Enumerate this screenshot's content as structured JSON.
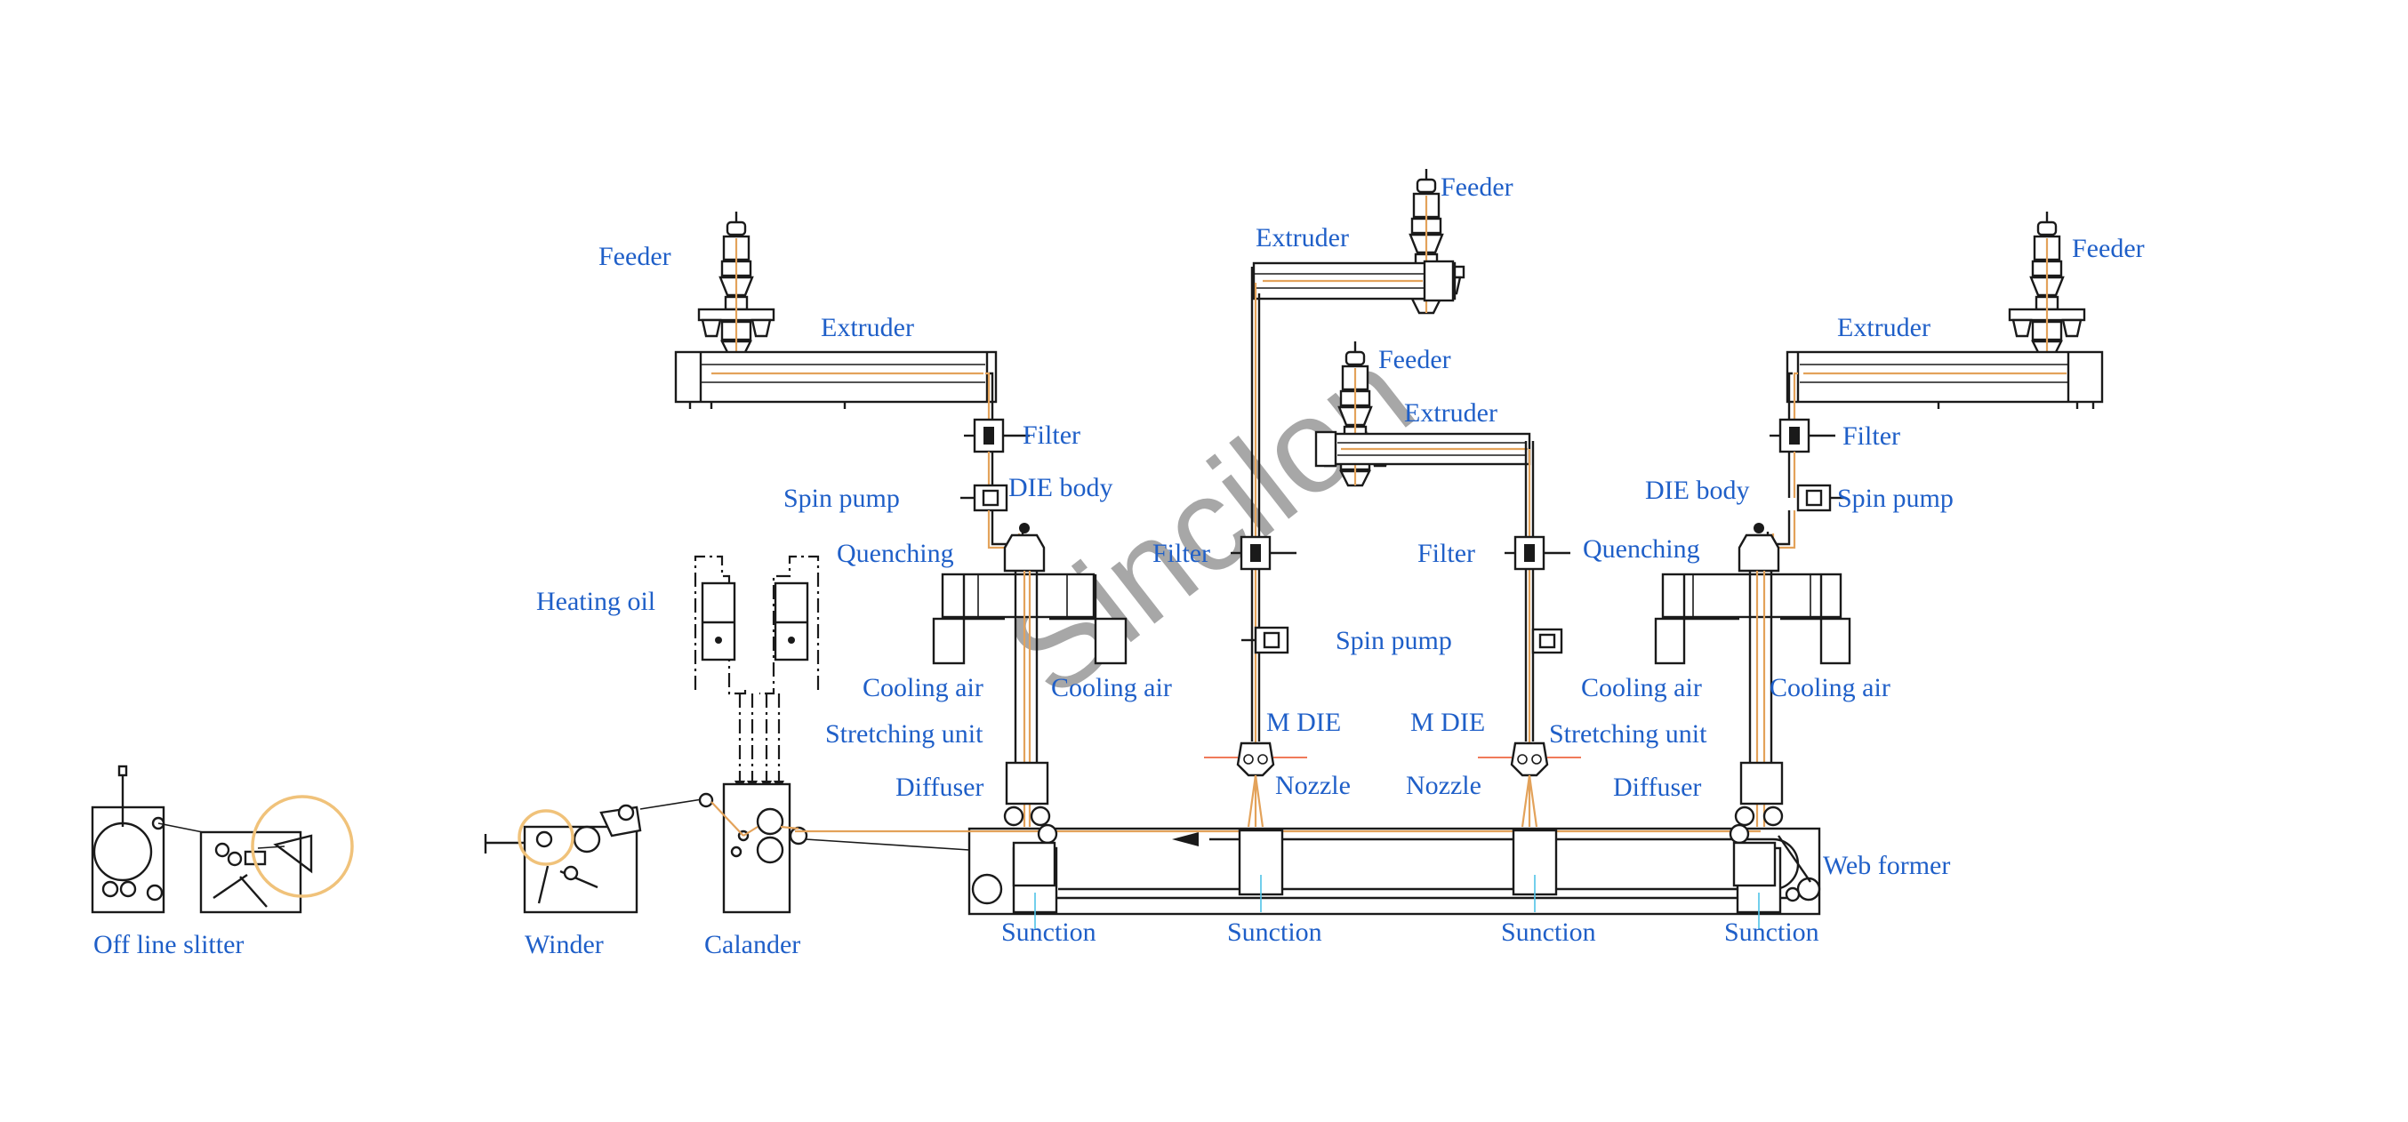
{
  "watermark": "Sincilon",
  "labels": {
    "feeder_left": "Feeder",
    "extruder_left": "Extruder",
    "filter_left": "Filter",
    "spin_pump_left": "Spin pump",
    "die_body_left": "DIE body",
    "quenching_left": "Quenching",
    "heating_oil": "Heating oil",
    "cooling_air_left_a": "Cooling air",
    "cooling_air_left_b": "Cooling air",
    "stretching_unit_left": "Stretching unit",
    "diffuser_left": "Diffuser",
    "feeder_mid_top": "Feeder",
    "extruder_mid_top": "Extruder",
    "feeder_mid": "Feeder",
    "extruder_mid": "Extruder",
    "filter_mid_left": "Filter",
    "filter_mid_right": "Filter",
    "spin_pump_mid": "Spin pump",
    "mdie_left": "M DIE",
    "mdie_right": "M DIE",
    "nozzle_left": "Nozzle",
    "nozzle_right": "Nozzle",
    "stretching_unit_right": "Stretching unit",
    "feeder_right": "Feeder",
    "extruder_right": "Extruder",
    "filter_right": "Filter",
    "die_body_right": "DIE body",
    "spin_pump_right": "Spin pump",
    "quenching_right": "Quenching",
    "cooling_air_right_a": "Cooling air",
    "cooling_air_right_b": "Cooling air",
    "diffuser_right": "Diffuser",
    "web_former": "Web former",
    "suction_1": "Sunction",
    "suction_2": "Sunction",
    "suction_3": "Sunction",
    "suction_4": "Sunction",
    "off_line_slitter": "Off line slitter",
    "winder": "Winder",
    "calander": "Calander"
  },
  "colors": {
    "label_text": "#1f5fc8",
    "line_art": "#1a1a1a",
    "fiber_flow": "#e3a25a",
    "suction_line": "#4fc3e8",
    "highlight_circle": "#f0c27a",
    "watermark": "#8a8a8a"
  }
}
